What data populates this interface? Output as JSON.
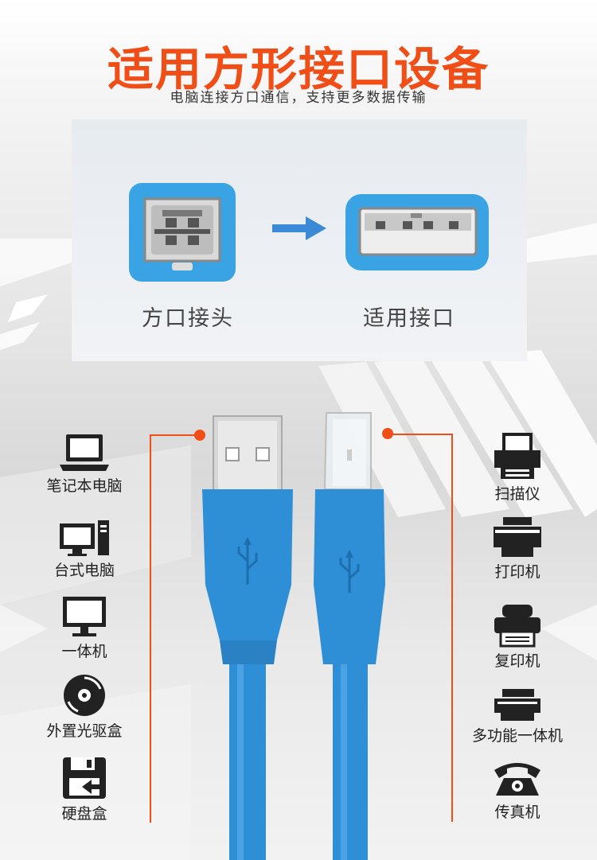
{
  "header": {
    "title": "适用方形接口设备",
    "subtitle": "电脑连接方口通信，支持更多数据传输"
  },
  "connector_panel": {
    "left_label": "方口接头",
    "right_label": "适用接口"
  },
  "left_devices": [
    {
      "label": "笔记本电脑",
      "icon": "laptop-icon"
    },
    {
      "label": "台式电脑",
      "icon": "desktop-computer-icon"
    },
    {
      "label": "一体机",
      "icon": "monitor-icon"
    },
    {
      "label": "外置光驱盒",
      "icon": "disc-icon"
    },
    {
      "label": "硬盘盒",
      "icon": "floppy-disk-icon"
    }
  ],
  "right_devices": [
    {
      "label": "扫描仪",
      "icon": "scanner-icon"
    },
    {
      "label": "打印机",
      "icon": "printer-icon"
    },
    {
      "label": "复印机",
      "icon": "copier-icon"
    },
    {
      "label": "多功能一体机",
      "icon": "multifunction-printer-icon"
    },
    {
      "label": "传真机",
      "icon": "telephone-icon"
    }
  ],
  "colors": {
    "accent": "#f04e16",
    "cable_blue": "#2f8fd6",
    "connector_blue": "#3aa3e3"
  }
}
